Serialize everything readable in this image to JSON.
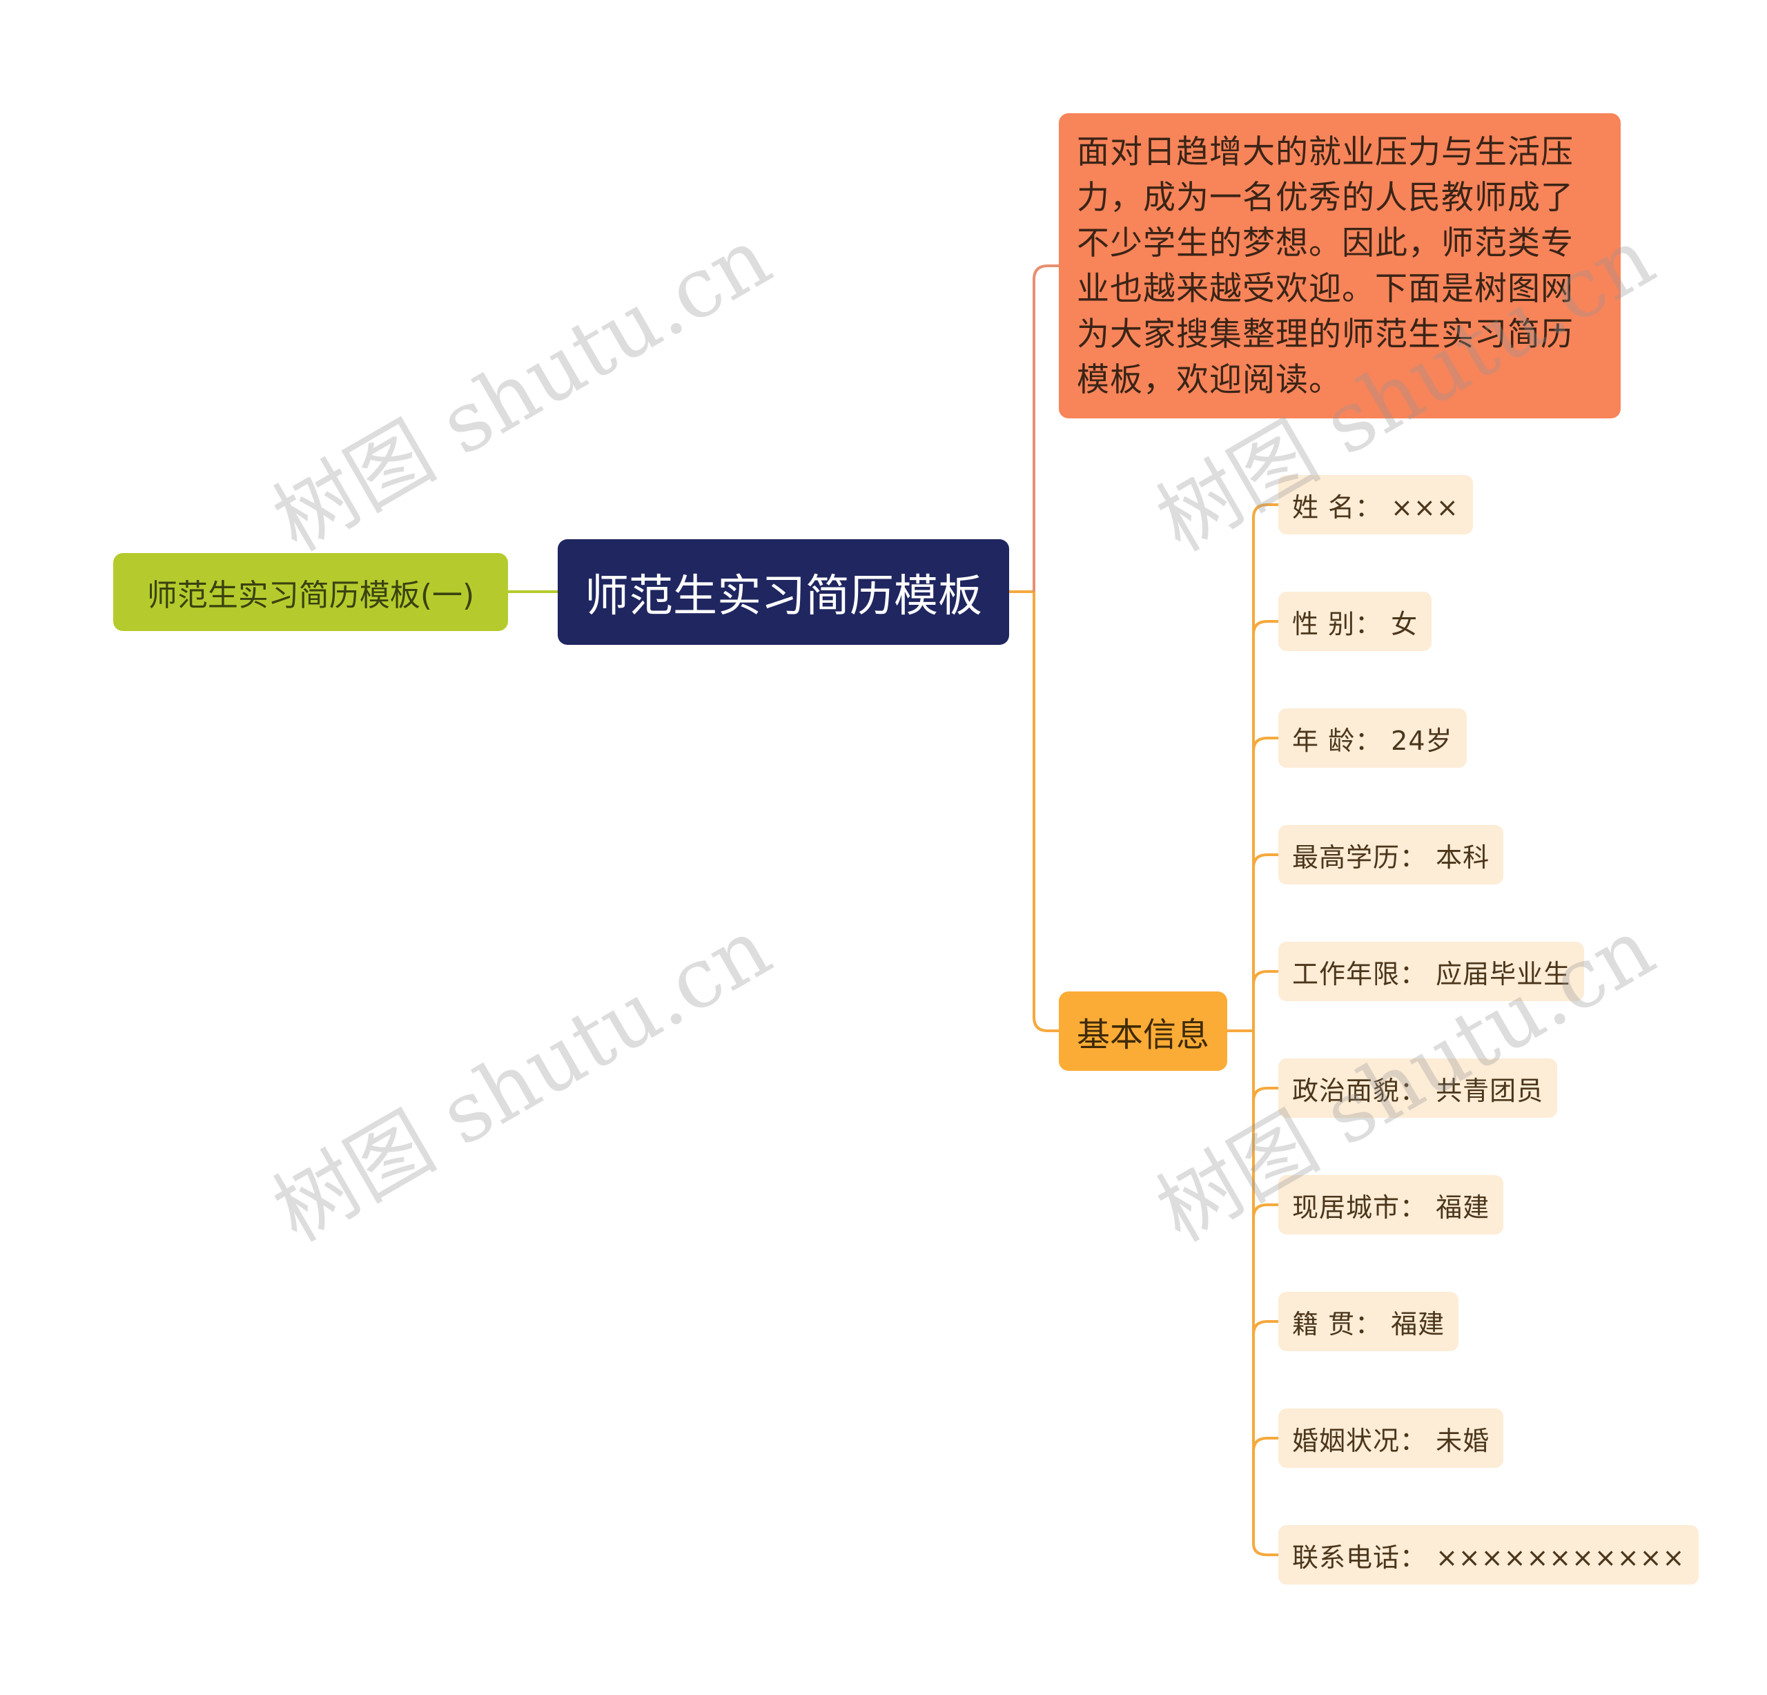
{
  "root": {
    "label": "师范生实习简历模板"
  },
  "left_branch": {
    "label": "师范生实习简历模板(一)"
  },
  "intro": {
    "lines": [
      "面对日趋增大的就业压力与生活压",
      "力，成为一名优秀的人民教师成了",
      "不少学生的梦想。因此，师范类专",
      "业也越来越受欢迎。下面是树图网",
      "为大家搜集整理的师范生实习简历",
      "模板，欢迎阅读。"
    ]
  },
  "basic_info": {
    "label": "基本信息",
    "items": [
      "姓 名：  ×××",
      "性 别：  女",
      "年 龄：  24岁",
      "最高学历：  本科",
      "工作年限：  应届毕业生",
      "政治面貌：  共青团员",
      "现居城市：  福建",
      "籍 贯：  福建",
      "婚姻状况：  未婚",
      "联系电话：  ×××××××××××"
    ]
  },
  "watermark": {
    "text": "树图 shutu.cn"
  },
  "colors": {
    "root_bg": "#1f2660",
    "left_bg": "#b5cb2d",
    "intro_bg": "#f8845a",
    "basic_bg": "#fbac36",
    "leaf_bg": "#fdecd6",
    "line_orange": "#f5a93d",
    "line_intro": "#e89072",
    "line_green": "#b5cb2d"
  }
}
